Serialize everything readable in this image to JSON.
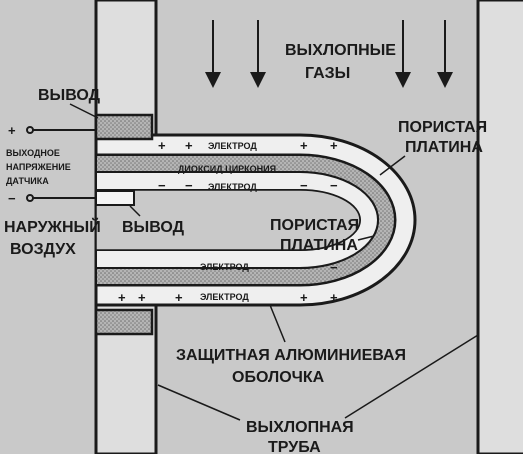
{
  "labels": {
    "exhaust_gases": [
      "ВЫХЛОПНЫЕ",
      "ГАЗЫ"
    ],
    "output_top": "ВЫВОД",
    "output_bottom": "ВЫВОД",
    "sensor_voltage": [
      "ВЫХОДНОЕ",
      "НАПРЯЖЕНИЕ",
      "ДАТЧИКА"
    ],
    "outside_air": [
      "НАРУЖНЫЙ",
      "ВОЗДУХ"
    ],
    "porous_platinum_outer": [
      "ПОРИСТАЯ",
      "ПЛАТИНА"
    ],
    "porous_platinum_inner": [
      "ПОРИСТАЯ",
      "ПЛАТИНА"
    ],
    "electrode_1": "ЭЛЕКТРОД",
    "electrode_2": "ЭЛЕКТРОД",
    "electrode_3": "ЭЛЕКТРОД",
    "electrode_4": "ЭЛЕКТРОД",
    "zirconia": "ДИОКСИД ЦИРКОНИЯ",
    "alumina_shell": [
      "ЗАЩИТНАЯ АЛЮМИНИЕВАЯ",
      "ОБОЛОЧКА"
    ],
    "exhaust_pipe": [
      "ВЫХЛОПНАЯ",
      "ТРУБА"
    ],
    "plus": "+",
    "minus": "−"
  },
  "colors": {
    "background": "#c9c9c9",
    "pipe_wall": "#dedede",
    "ink": "#1a1a1a",
    "hatch": "#8c8c8c"
  }
}
